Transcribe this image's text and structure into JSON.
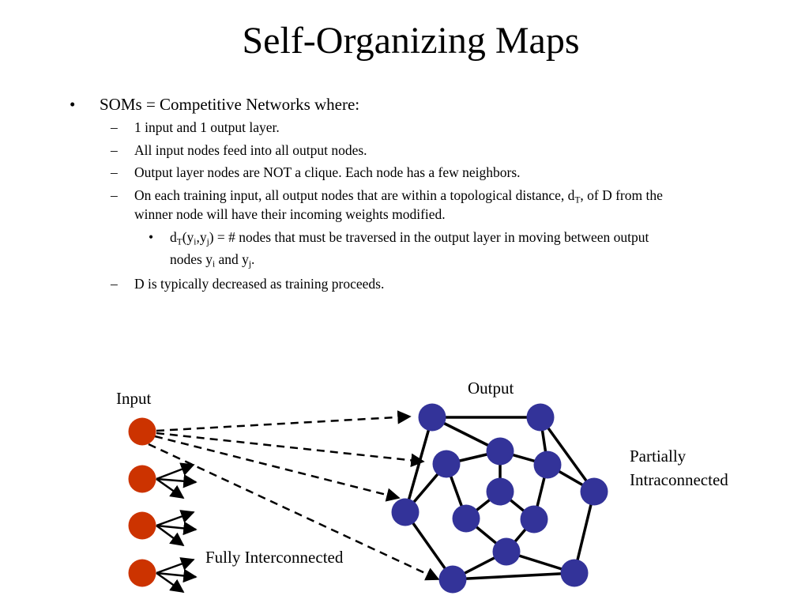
{
  "slide": {
    "title": "Self-Organizing Maps",
    "bullet1": "SOMs = Competitive Networks where:",
    "sub1": "1 input and 1 output layer.",
    "sub2": "All input nodes feed into all output nodes.",
    "sub3": "Output layer nodes are NOT a clique.  Each node has a few neighbors.",
    "sub4_a": "On each training input, all output nodes that are within a topological distance, d",
    "sub4_sub": "T",
    "sub4_b": ", of D from the",
    "sub4_line2": "winner node will have their incoming weights modified.",
    "subsub_d": "d",
    "subsub_T": "T",
    "subsub_open": "(y",
    "subsub_i": "i",
    "subsub_comma": ",y",
    "subsub_j": "j",
    "subsub_rest": ") = # nodes that must be traversed in the output layer in moving between output",
    "subsub_line2_a": "nodes y",
    "subsub_line2_i": "i",
    "subsub_line2_and": " and y",
    "subsub_line2_j": "j",
    "subsub_line2_end": ".",
    "sub5": "D is typically decreased as training proceeds.",
    "markers": {
      "bullet": "•",
      "dash": "–"
    }
  },
  "diagram": {
    "input_label": "Input",
    "output_label": "Output",
    "partial_label_1": "Partially",
    "partial_label_2": "Intraconnected",
    "fully_label": "Fully Interconnected",
    "colors": {
      "input_node": "#cc3300",
      "output_node": "#333399",
      "edge": "#000000"
    }
  }
}
